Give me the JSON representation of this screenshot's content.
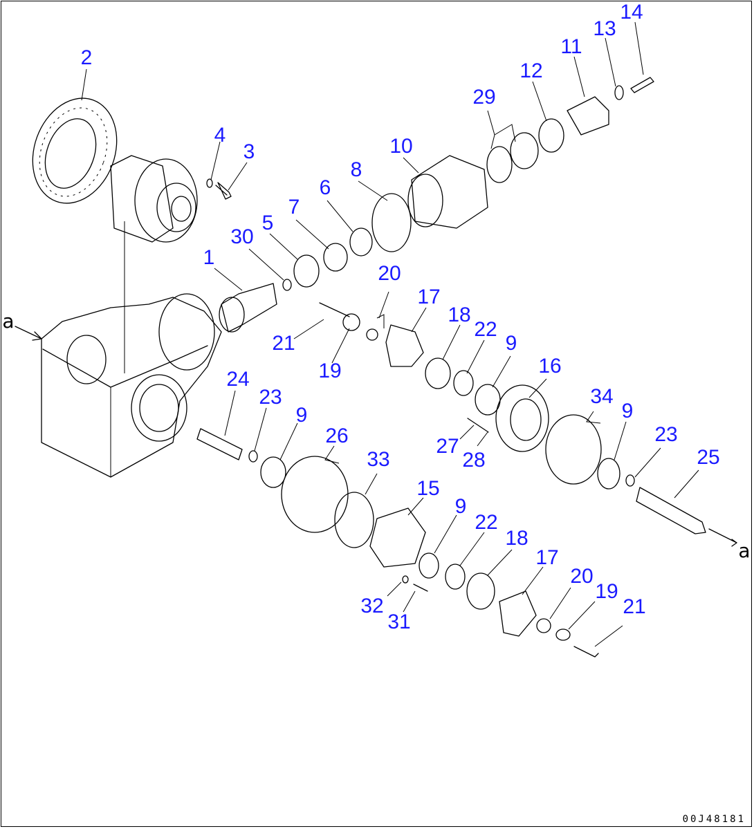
{
  "diagram": {
    "callouts": [
      "2",
      "4",
      "3",
      "30",
      "5",
      "7",
      "6",
      "8",
      "10",
      "29",
      "12",
      "11",
      "13",
      "14",
      "1",
      "20",
      "17",
      "18",
      "22",
      "9",
      "21",
      "19",
      "24",
      "23",
      "9",
      "26",
      "33",
      "15",
      "9",
      "22",
      "18",
      "17",
      "20",
      "19",
      "21",
      "32",
      "31",
      "16",
      "27",
      "28",
      "34",
      "9",
      "23",
      "25"
    ],
    "view_markers": [
      "a",
      "a"
    ],
    "drawing_ref": "00J48181"
  }
}
